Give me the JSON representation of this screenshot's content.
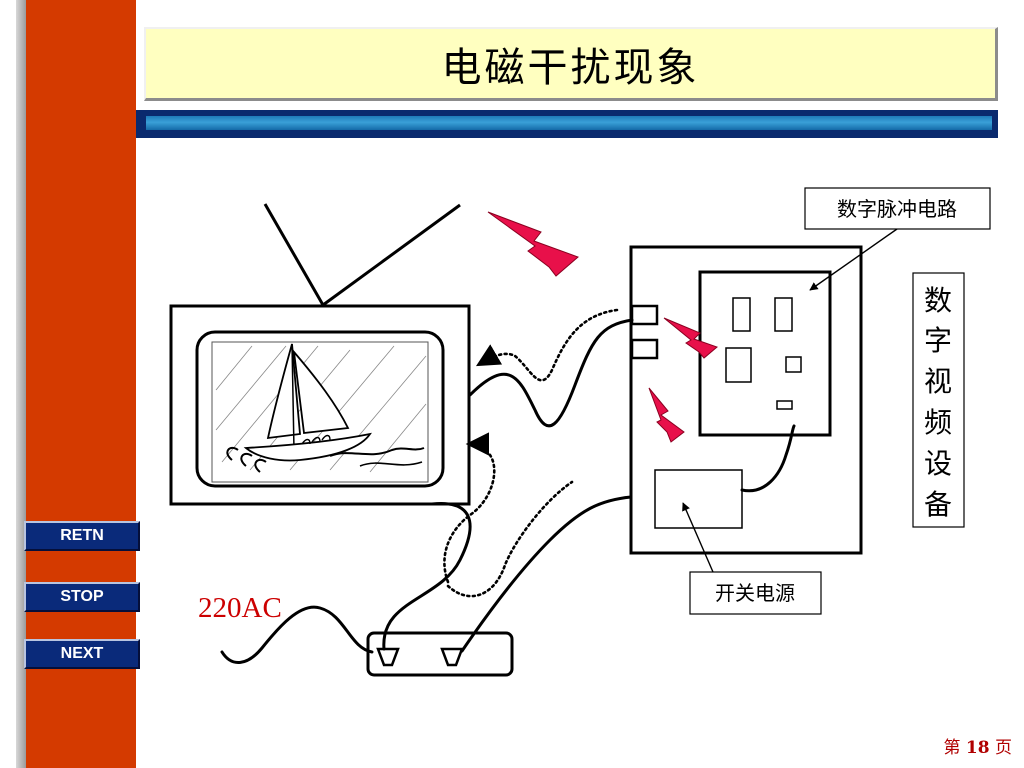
{
  "title": "电磁干扰现象",
  "nav": {
    "retn": "RETN",
    "stop": "STOP",
    "next": "NEXT"
  },
  "labels": {
    "digital_pulse_circuit": "数字脉冲电路",
    "digital_video_device": [
      "数",
      "字",
      "视",
      "频",
      "设",
      "备"
    ],
    "switching_power": "开关电源",
    "mains": "220AC"
  },
  "page": {
    "prefix": "第",
    "number": "18",
    "suffix": "页"
  },
  "colors": {
    "sidebar": "#d43a00",
    "title_bg": "#ffffc0",
    "nav_button": "#0a2a7a",
    "lightning": "#e8104a",
    "mains_label": "#cc0000",
    "page_number": "#b00000"
  }
}
